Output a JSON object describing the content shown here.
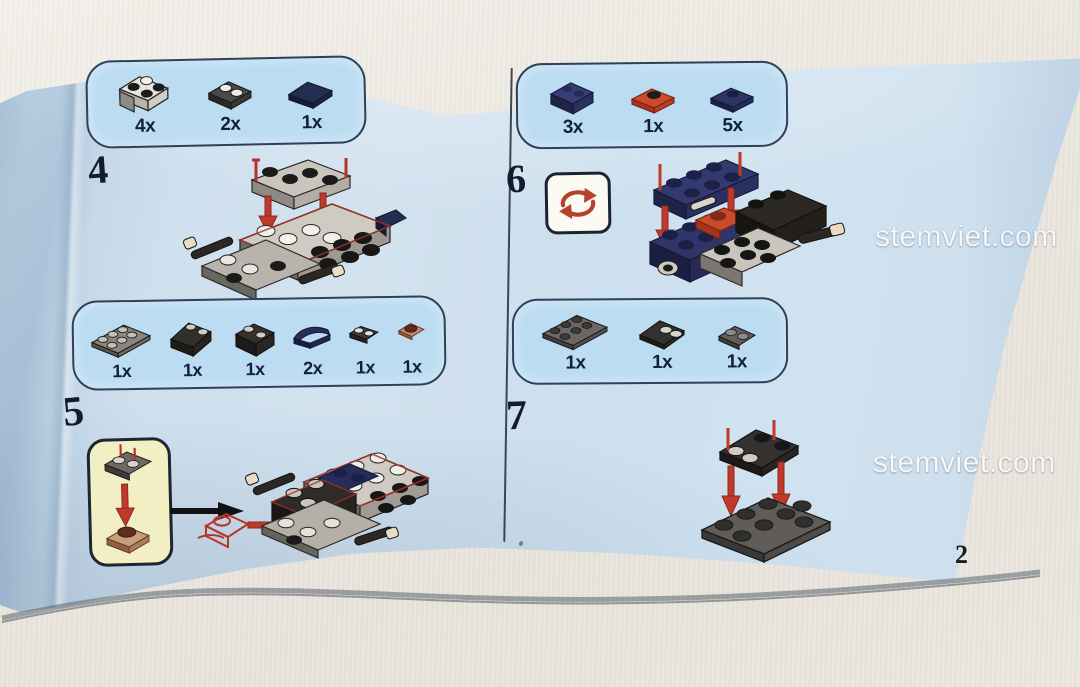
{
  "document": {
    "type": "lego-instruction-booklet",
    "page_number": "2",
    "page_bg_color": "#cfe0ee",
    "parts_box_fill": "#bcdcf2",
    "parts_box_border": "#2e4158",
    "arrow_color": "#c0392b",
    "ink_color": "#13203a"
  },
  "watermarks": [
    {
      "text": "stemviet.com",
      "position": "upper-right"
    },
    {
      "text": "stemviet.com",
      "position": "lower-right"
    }
  ],
  "steps": [
    {
      "number": "4",
      "column": "left",
      "parts": [
        {
          "qty": "4x",
          "part": "bracket-1x2-2x2",
          "color": "#d9d6cf"
        },
        {
          "qty": "2x",
          "part": "plate-1x2",
          "color": "#3b3a38"
        },
        {
          "qty": "1x",
          "part": "slope-plate-2x2",
          "color": "#1e2a4a"
        }
      ],
      "has_rotate_icon": false,
      "has_callout": false,
      "arrows": 2
    },
    {
      "number": "5",
      "column": "left",
      "parts": [
        {
          "qty": "1x",
          "part": "plate-2x6",
          "color": "#6e6a63"
        },
        {
          "qty": "1x",
          "part": "slope-brick-2x3",
          "color": "#2a2724"
        },
        {
          "qty": "1x",
          "part": "brick-2x2",
          "color": "#2a2724"
        },
        {
          "qty": "2x",
          "part": "plate-1x2-curved",
          "color": "#272a55"
        },
        {
          "qty": "1x",
          "part": "plate-1x2-small",
          "color": "#3b3a38"
        },
        {
          "qty": "1x",
          "part": "round-tile-1x1",
          "color": "#7d3b2c"
        }
      ],
      "has_rotate_icon": false,
      "has_callout": true,
      "callout_color": "#f2efc4",
      "arrows": 1
    },
    {
      "number": "6",
      "column": "right",
      "parts": [
        {
          "qty": "3x",
          "part": "brick-1x2",
          "color": "#2f3566"
        },
        {
          "qty": "1x",
          "part": "plate-1x2",
          "color": "#c0442a"
        },
        {
          "qty": "5x",
          "part": "plate-2x2",
          "color": "#2b3160"
        }
      ],
      "has_rotate_icon": true,
      "has_callout": false,
      "arrows": 2
    },
    {
      "number": "7",
      "column": "right",
      "parts": [
        {
          "qty": "1x",
          "part": "plate-2x6",
          "color": "#58565a"
        },
        {
          "qty": "1x",
          "part": "wedge-plate-3x2",
          "color": "#33312f"
        },
        {
          "qty": "1x",
          "part": "plate-1x2",
          "color": "#57555a"
        }
      ],
      "has_rotate_icon": false,
      "has_callout": false,
      "arrows": 2
    }
  ]
}
